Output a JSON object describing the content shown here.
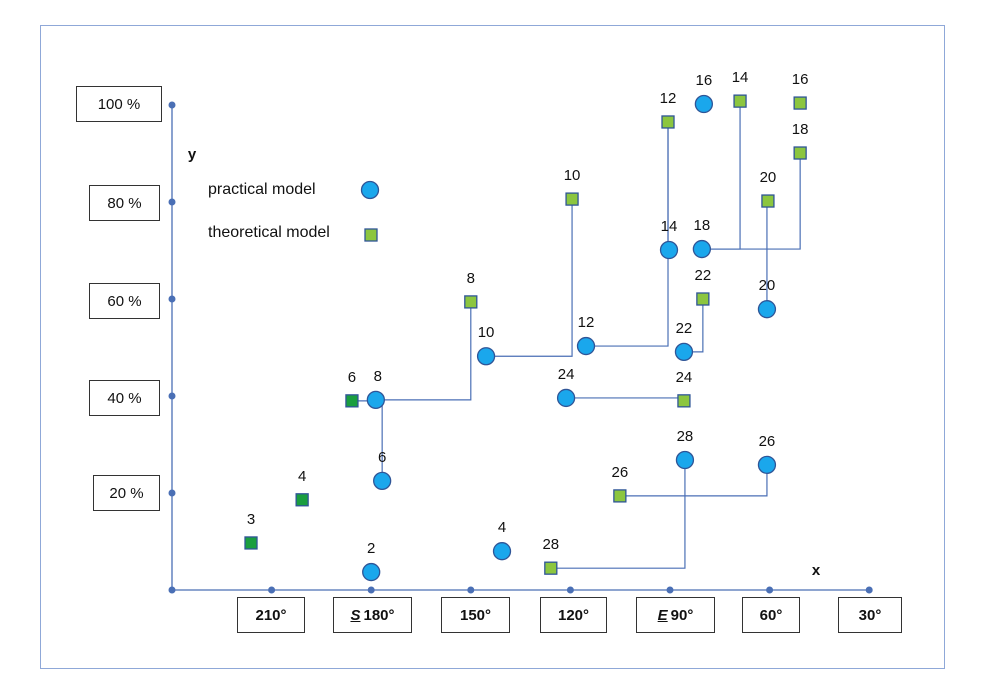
{
  "chart_data": {
    "type": "scatter",
    "xlabel": "x",
    "ylabel": "y",
    "xlim": [
      240,
      30
    ],
    "ylim": [
      0,
      100
    ],
    "y_ticks": [
      "20 %",
      "40 %",
      "60 %",
      "80 %",
      "100 %"
    ],
    "x_ticks": [
      {
        "deg": "210°"
      },
      {
        "prefix": "S",
        "deg": "180°"
      },
      {
        "deg": "150°"
      },
      {
        "deg": "120°"
      },
      {
        "prefix": "E",
        "deg": "90°"
      },
      {
        "deg": "60°"
      },
      {
        "deg": "30°"
      }
    ],
    "legend": {
      "practical": "practical model",
      "theoretical": "theoretical model",
      "position": "top-left"
    },
    "colors": {
      "practical": "#1aa7ec",
      "theoretical": "#8cc63f",
      "theoretical_dark": "#1a9e3f",
      "axis": "#4a6fb5",
      "line": "#4a6fb5"
    },
    "series": [
      {
        "name": "practical model",
        "marker": "circle",
        "points": [
          {
            "label": "2",
            "x": 180,
            "y": 3.7
          },
          {
            "label": "4",
            "x": 140.6,
            "y": 8
          },
          {
            "label": "6",
            "x": 176.7,
            "y": 22.5
          },
          {
            "label": "8",
            "x": 178.6,
            "y": 39.2
          },
          {
            "label": "10",
            "x": 145.4,
            "y": 48.2
          },
          {
            "label": "12",
            "x": 115.3,
            "y": 50.3
          },
          {
            "label": "14",
            "x": 90.3,
            "y": 70.1
          },
          {
            "label": "16",
            "x": 79.8,
            "y": 100.2
          },
          {
            "label": "18",
            "x": 80.4,
            "y": 70.3
          },
          {
            "label": "20",
            "x": 60.8,
            "y": 57.9
          },
          {
            "label": "22",
            "x": 85.8,
            "y": 49.1
          },
          {
            "label": "24",
            "x": 121.3,
            "y": 39.6
          },
          {
            "label": "26",
            "x": 60.8,
            "y": 25.8
          },
          {
            "label": "28",
            "x": 85.5,
            "y": 26.8
          }
        ]
      },
      {
        "name": "theoretical model",
        "marker": "square",
        "points": [
          {
            "label": "3",
            "x": 216.2,
            "y": 9.7,
            "dark": true
          },
          {
            "label": "4",
            "x": 200.8,
            "y": 18.6,
            "dark": true
          },
          {
            "label": "6",
            "x": 185.8,
            "y": 39,
            "dark": true
          },
          {
            "label": "8",
            "x": 150,
            "y": 59.4
          },
          {
            "label": "10",
            "x": 119.5,
            "y": 80.6
          },
          {
            "label": "12",
            "x": 90.6,
            "y": 96.5
          },
          {
            "label": "14",
            "x": 68.9,
            "y": 100.8
          },
          {
            "label": "16",
            "x": 50.8,
            "y": 100.4
          },
          {
            "label": "18",
            "x": 50.8,
            "y": 90.1
          },
          {
            "label": "20",
            "x": 60.5,
            "y": 80.2
          },
          {
            "label": "22",
            "x": 80.1,
            "y": 60
          },
          {
            "label": "24",
            "x": 85.8,
            "y": 39
          },
          {
            "label": "26",
            "x": 105.1,
            "y": 19.4
          },
          {
            "label": "28",
            "x": 125.9,
            "y": 4.5
          }
        ]
      }
    ],
    "links": [
      {
        "practical": "6",
        "theoretical": "6",
        "route": "v"
      },
      {
        "practical": "8",
        "theoretical": "8",
        "route": "h"
      },
      {
        "practical": "10",
        "theoretical": "10",
        "route": "h"
      },
      {
        "practical": "12",
        "theoretical": "12",
        "route": "h"
      },
      {
        "practical": "14",
        "theoretical": "12",
        "route": "h"
      },
      {
        "practical": "18",
        "theoretical": "14",
        "route": "h"
      },
      {
        "practical": "18",
        "theoretical": "18",
        "route": "h"
      },
      {
        "practical": "20",
        "theoretical": "20",
        "route": "v"
      },
      {
        "practical": "22",
        "theoretical": "22",
        "route": "h"
      },
      {
        "practical": "24",
        "theoretical": "24",
        "route": "h"
      },
      {
        "practical": "26",
        "theoretical": "26",
        "route": "v"
      },
      {
        "practical": "28",
        "theoretical": "28",
        "route": "v"
      }
    ]
  }
}
